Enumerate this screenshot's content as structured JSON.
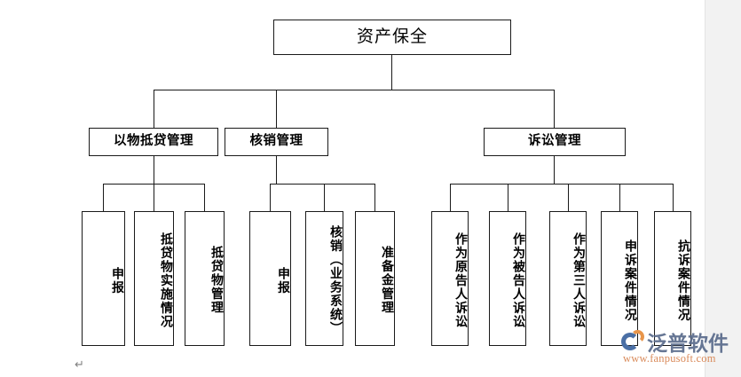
{
  "chart_data": {
    "type": "diagram",
    "diagram_type": "org-chart-tree",
    "title": "资产保全",
    "levels": 3,
    "root": {
      "label": "资产保全"
    },
    "branches": [
      {
        "label": "以物抵贷管理",
        "children": [
          {
            "label": "申报"
          },
          {
            "label": "抵贷物实施情况"
          },
          {
            "label": "抵贷物管理"
          }
        ]
      },
      {
        "label": "核销管理",
        "children": [
          {
            "label": "申报"
          },
          {
            "label": "核销（业务系统）"
          },
          {
            "label": "准备金管理"
          }
        ]
      },
      {
        "label": "诉讼管理",
        "children": [
          {
            "label": "作为原告人诉讼"
          },
          {
            "label": "作为被告人诉讼"
          },
          {
            "label": "作为第三人诉讼"
          },
          {
            "label": "申诉案件情况"
          },
          {
            "label": "抗诉案件情况"
          }
        ]
      }
    ]
  },
  "document": {
    "paragraph_mark": "↵"
  },
  "watermark": {
    "brand": "泛普软件",
    "url": "www.fanpusoft.com"
  },
  "colors": {
    "box_border": "#1a1a1a",
    "box_fill": "#ffffff",
    "text": "#000000",
    "page_background": "#ffffff",
    "gutter": "#f2f2f2",
    "watermark_text": "#5a6b8c",
    "watermark_url": "#d98a5a",
    "watermark_blue": "#4a6fa5",
    "watermark_orange": "#e8954a"
  }
}
